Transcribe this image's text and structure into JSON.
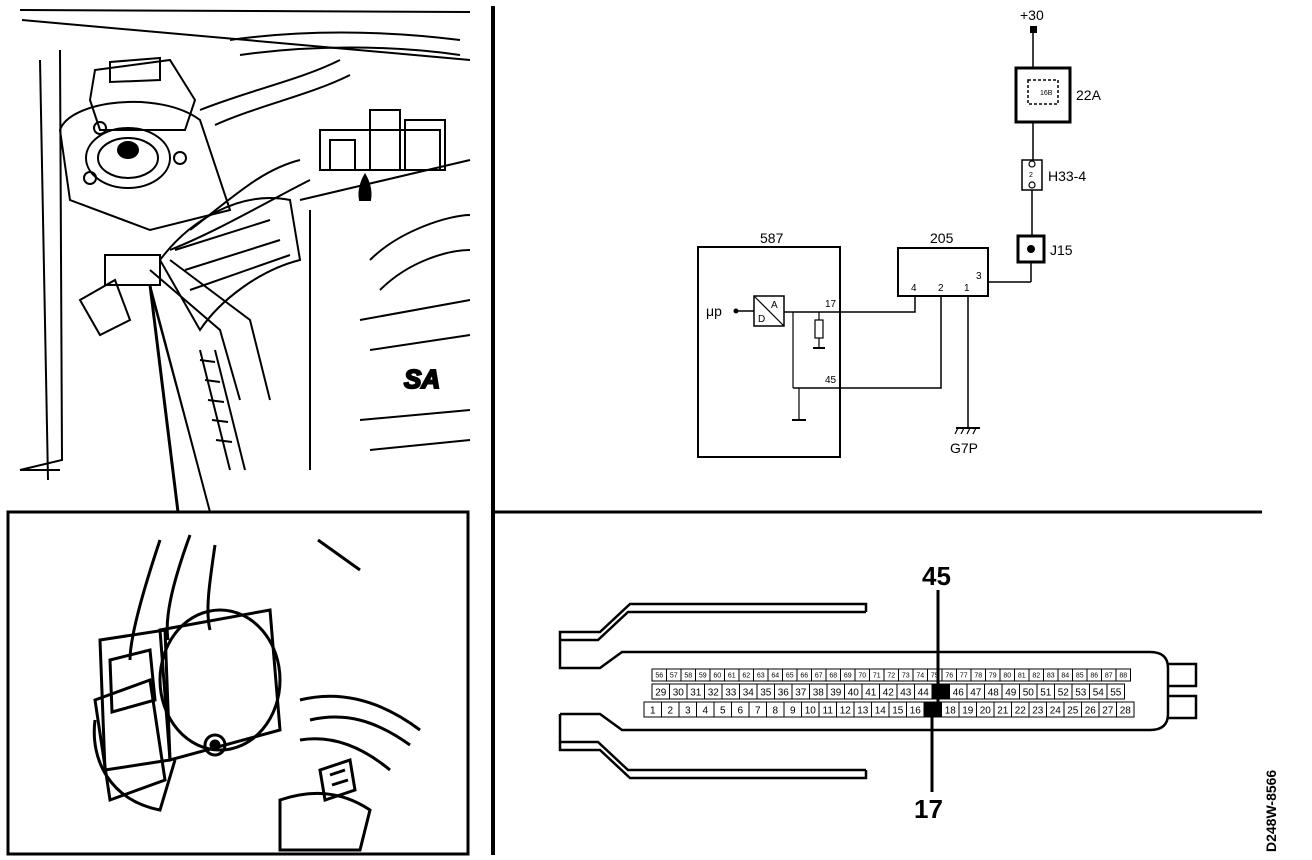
{
  "schematic": {
    "supply_label": "+30",
    "fuse_id": "16B",
    "fuse_rating": "22A",
    "connector_h": "H33-4",
    "connector_h_pin": "2",
    "junction": "J15",
    "ecu_id": "587",
    "component_id": "205",
    "ground_id": "G7P",
    "microprocessor_label": "μp",
    "converter_a": "A",
    "converter_d": "D",
    "ecu_pins": [
      "17",
      "45"
    ],
    "component_pins": [
      "4",
      "2",
      "1",
      "3"
    ]
  },
  "connector": {
    "highlight_top": "45",
    "highlight_bottom": "17",
    "rows": [
      [
        "56",
        "57",
        "58",
        "59",
        "60",
        "61",
        "62",
        "63",
        "64",
        "65",
        "66",
        "67",
        "68",
        "69",
        "70",
        "71",
        "72",
        "73",
        "74",
        "75",
        "76",
        "77",
        "78",
        "79",
        "80",
        "81",
        "82",
        "83",
        "84",
        "85",
        "86",
        "87",
        "88"
      ],
      [
        "29",
        "30",
        "31",
        "32",
        "33",
        "34",
        "35",
        "36",
        "37",
        "38",
        "39",
        "40",
        "41",
        "42",
        "43",
        "44",
        "45",
        "46",
        "47",
        "48",
        "49",
        "50",
        "51",
        "52",
        "53",
        "54",
        "55"
      ],
      [
        "1",
        "2",
        "3",
        "4",
        "5",
        "6",
        "7",
        "8",
        "9",
        "10",
        "11",
        "12",
        "13",
        "14",
        "15",
        "16",
        "17",
        "18",
        "19",
        "20",
        "21",
        "22",
        "23",
        "24",
        "25",
        "26",
        "27",
        "28"
      ]
    ]
  },
  "photo": {
    "badge_text": "SA"
  },
  "figure_id": "D248W-8566"
}
